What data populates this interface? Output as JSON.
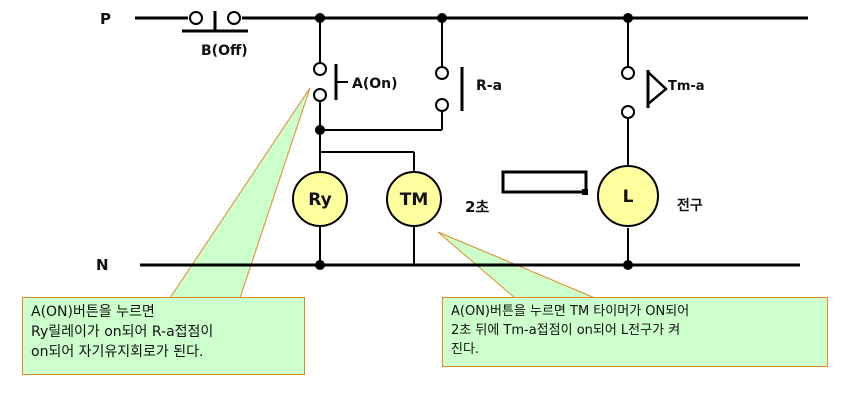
{
  "rails": {
    "p_label": "P",
    "n_label": "N"
  },
  "switches": {
    "b_off": "B(Off)",
    "a_on": "A(On)",
    "r_a": "R-a",
    "tm_a": "Tm-a"
  },
  "coils": {
    "ry": "Ry",
    "tm": "TM",
    "lamp": "L"
  },
  "annotations": {
    "delay": "2초",
    "lamp_name": "전구"
  },
  "callouts": {
    "left": [
      "A(ON)버튼을 누르면",
      "Ry릴레이가 on되어 R-a접점이",
      "on되어 자기유지회로가 된다."
    ],
    "right": [
      "A(ON)버튼을 누르면   TM 타이머가 ON되어",
      "2초 뒤에   Tm-a접점이  on되어 L전구가 켜",
      "진다."
    ]
  },
  "colors": {
    "wire": "#000000",
    "coil_fill": "#ffffa0",
    "callout_fill": "#ccffcc",
    "callout_border": "#e08a2a"
  }
}
